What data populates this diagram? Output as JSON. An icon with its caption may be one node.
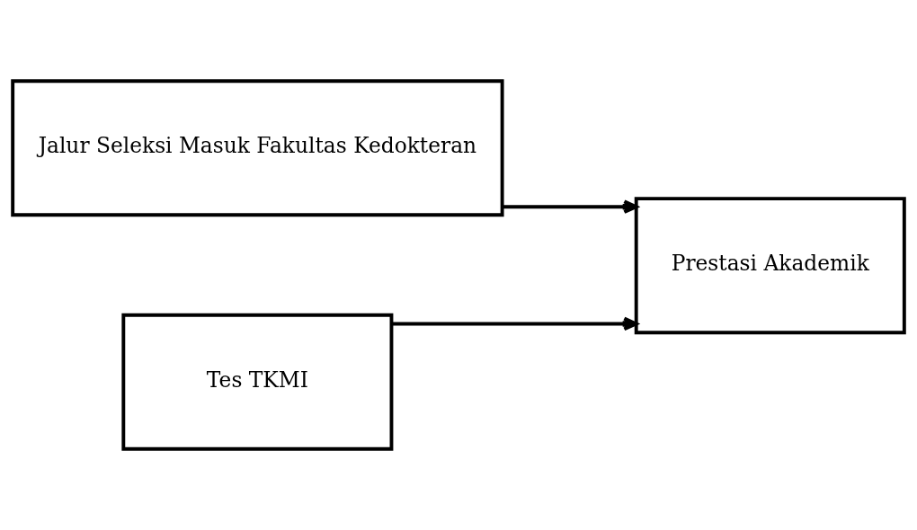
{
  "diagram": {
    "nodes": [
      {
        "text": [
          "Jalur Seleksi Masuk Fakultas Kedokteran"
        ]
      },
      {
        "text": [
          "Prestasi Akademik"
        ]
      },
      {
        "text": [
          "Tes TKMI"
        ]
      }
    ],
    "edges": [
      {
        "from": 0,
        "to": 1,
        "arrow": "to"
      },
      {
        "from": 2,
        "to": 1,
        "arrow": "to"
      }
    ]
  }
}
